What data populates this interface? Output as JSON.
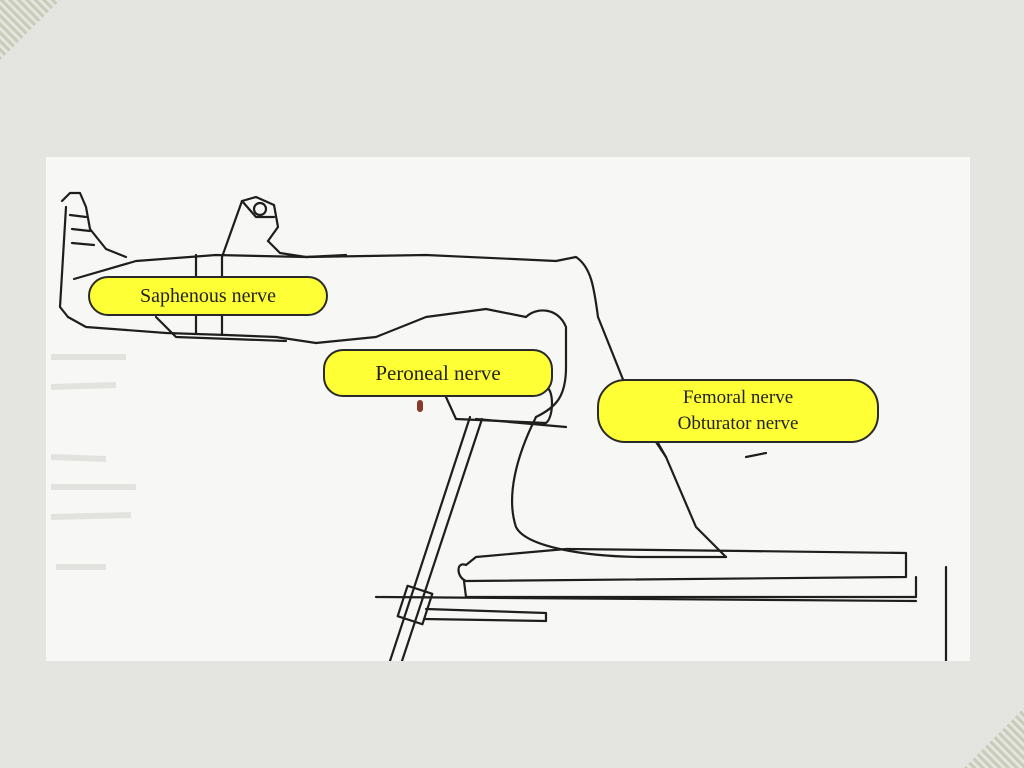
{
  "labels": {
    "saphenous": "Saphenous nerve",
    "peroneal": "Peroneal nerve",
    "femoral": "Femoral nerve",
    "obturator": "Obturator  nerve"
  },
  "colors": {
    "label_fill": "#ffff35",
    "slide_bg": "#e4e5e1",
    "marker": "#8b3a2a"
  },
  "icons": [
    "corner-stripes-decoration"
  ]
}
